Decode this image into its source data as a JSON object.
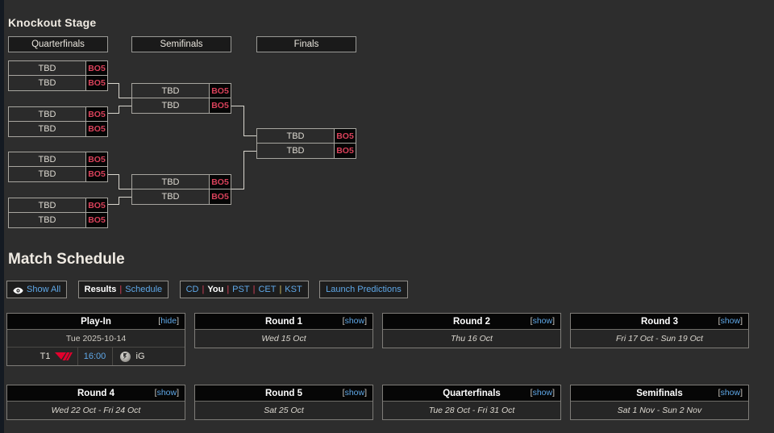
{
  "knockout": {
    "title": "Knockout Stage",
    "rounds": [
      {
        "id": "quarterfinals",
        "label": "Quarterfinals"
      },
      {
        "id": "semifinals",
        "label": "Semifinals"
      },
      {
        "id": "finals",
        "label": "Finals"
      }
    ],
    "team_placeholder": "TBD",
    "series_format": "BO5",
    "quarterfinals": [
      {
        "top": {
          "team": "TBD",
          "format": "BO5"
        },
        "bottom": {
          "team": "TBD",
          "format": "BO5"
        }
      },
      {
        "top": {
          "team": "TBD",
          "format": "BO5"
        },
        "bottom": {
          "team": "TBD",
          "format": "BO5"
        }
      },
      {
        "top": {
          "team": "TBD",
          "format": "BO5"
        },
        "bottom": {
          "team": "TBD",
          "format": "BO5"
        }
      },
      {
        "top": {
          "team": "TBD",
          "format": "BO5"
        },
        "bottom": {
          "team": "TBD",
          "format": "BO5"
        }
      }
    ],
    "semifinals": [
      {
        "top": {
          "team": "TBD",
          "format": "BO5"
        },
        "bottom": {
          "team": "TBD",
          "format": "BO5"
        }
      },
      {
        "top": {
          "team": "TBD",
          "format": "BO5"
        },
        "bottom": {
          "team": "TBD",
          "format": "BO5"
        }
      }
    ],
    "finals": [
      {
        "top": {
          "team": "TBD",
          "format": "BO5"
        },
        "bottom": {
          "team": "TBD",
          "format": "BO5"
        }
      }
    ]
  },
  "schedule": {
    "title": "Match Schedule",
    "toolbar": {
      "show_all": "Show All",
      "show_all_icon": "eye-icon",
      "results": "Results",
      "schedule": "Schedule",
      "tz_cd": "CD",
      "tz_you": "You",
      "tz_pst": "PST",
      "tz_cet": "CET",
      "tz_kst": "KST",
      "launch_predictions": "Launch Predictions",
      "active_view": "Results",
      "active_timezone": "You",
      "separator": "|"
    },
    "cards": [
      {
        "title": "Play-In",
        "toggle": "hide",
        "toggle_open": "[",
        "toggle_close": "]",
        "date": "Tue 2025-10-14",
        "date_style": "plain",
        "matches": [
          {
            "team_left": "T1",
            "logo_left": "t1-logo",
            "time": "16:00",
            "logo_right": "ig-logo",
            "team_right": "iG"
          }
        ]
      },
      {
        "title": "Round 1",
        "toggle": "show",
        "date": "Wed 15 Oct",
        "date_style": "italic",
        "matches": []
      },
      {
        "title": "Round 2",
        "toggle": "show",
        "date": "Thu 16 Oct",
        "date_style": "italic",
        "matches": []
      },
      {
        "title": "Round 3",
        "toggle": "show",
        "date": "Fri 17 Oct - Sun 19 Oct",
        "date_style": "italic",
        "matches": []
      },
      {
        "title": "Round 4",
        "toggle": "show",
        "date": "Wed 22 Oct - Fri 24 Oct",
        "date_style": "italic",
        "matches": []
      },
      {
        "title": "Round 5",
        "toggle": "show",
        "date": "Sat 25 Oct",
        "date_style": "italic",
        "matches": []
      },
      {
        "title": "Quarterfinals",
        "toggle": "show",
        "date": "Tue 28 Oct - Fri 31 Oct",
        "date_style": "italic",
        "matches": []
      },
      {
        "title": "Semifinals",
        "toggle": "show",
        "date": "Sat 1 Nov - Sun 2 Nov",
        "date_style": "italic",
        "matches": []
      }
    ]
  },
  "colors": {
    "background": "#2d2d2d",
    "rail": "#141a22",
    "accent_link": "#5fa8e8",
    "accent_red": "#d9415a",
    "accent_yellow": "#d8c56a",
    "border": "#a7a59f"
  }
}
